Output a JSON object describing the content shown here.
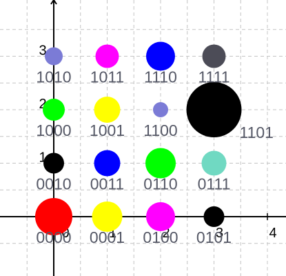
{
  "chart_data": {
    "type": "scatter",
    "title": "",
    "xlabel": "",
    "ylabel": "",
    "xlim": [
      -1,
      4.2
    ],
    "ylim": [
      -1,
      3.9
    ],
    "grid": true,
    "x_ticks": [
      "0",
      "1",
      "2",
      "3",
      "4"
    ],
    "y_ticks": [
      "1",
      "2",
      "3"
    ],
    "points": [
      {
        "x": 0,
        "y": 3,
        "label": "1010",
        "color": "#7b7bd6",
        "size": 13
      },
      {
        "x": 1,
        "y": 3,
        "label": "1011",
        "color": "#ff00ff",
        "size": 17
      },
      {
        "x": 2,
        "y": 3,
        "label": "1110",
        "color": "#0000ff",
        "size": 21
      },
      {
        "x": 3,
        "y": 3,
        "label": "1111",
        "color": "#4c4c57",
        "size": 17
      },
      {
        "x": 0,
        "y": 2,
        "label": "1000",
        "color": "#00ff00",
        "size": 16
      },
      {
        "x": 1,
        "y": 2,
        "label": "1001",
        "color": "#ffff00",
        "size": 19
      },
      {
        "x": 2,
        "y": 2,
        "label": "1100",
        "color": "#7b7bd6",
        "size": 11
      },
      {
        "x": 3,
        "y": 2,
        "label": "1101",
        "color": "#000000",
        "size": 40
      },
      {
        "x": 0,
        "y": 1,
        "label": "0010",
        "color": "#000000",
        "size": 15
      },
      {
        "x": 1,
        "y": 1,
        "label": "0011",
        "color": "#0000ff",
        "size": 19
      },
      {
        "x": 2,
        "y": 1,
        "label": "0110",
        "color": "#00ff00",
        "size": 22
      },
      {
        "x": 3,
        "y": 1,
        "label": "0111",
        "color": "#70d9c2",
        "size": 18
      },
      {
        "x": 0,
        "y": 0,
        "label": "0000",
        "color": "#ff0000",
        "size": 27
      },
      {
        "x": 1,
        "y": 0,
        "label": "0001",
        "color": "#ffff00",
        "size": 22
      },
      {
        "x": 2,
        "y": 0,
        "label": "0100",
        "color": "#ff00ff",
        "size": 21
      },
      {
        "x": 3,
        "y": 0,
        "label": "0101",
        "color": "#000000",
        "size": 15
      }
    ]
  }
}
